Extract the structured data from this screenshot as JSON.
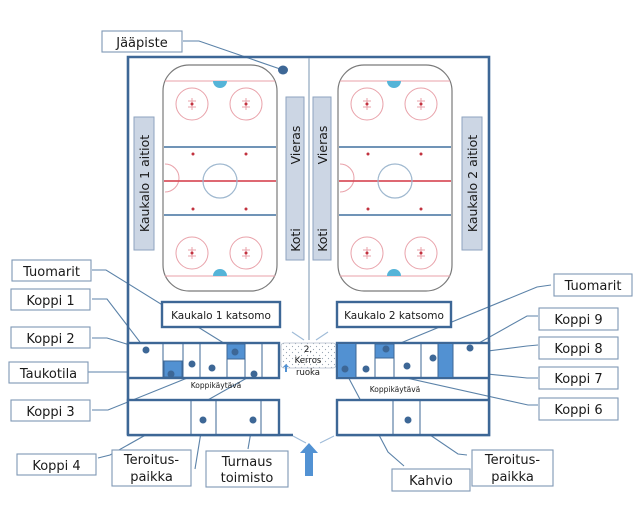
{
  "colors": {
    "wall": "#3d6796",
    "leader": "#5b82a8",
    "label_border": "#7f98b5",
    "vertical_box_fill": "#ccd6e4",
    "vertical_box_border": "#8ea3bf",
    "highlight_room": "#5291d2",
    "rink_outline": "#7a7a7a",
    "rink_red": "#d9525e",
    "rink_pink": "#e9a2aa",
    "rink_blue": "#5b84ad",
    "crease": "#55b4d8",
    "arrow": "#5292d3"
  },
  "rinks": [
    {
      "name": "Kaukalo 1",
      "aitiot_label": "Kaukalo 1 aitiot",
      "katsomo_label": "Kaukalo 1 katsomo"
    },
    {
      "name": "Kaukalo 2",
      "aitiot_label": "Kaukalo 2 aitiot",
      "katsomo_label": "Kaukalo 2 katsomo"
    }
  ],
  "benches": {
    "left_rink": {
      "vieras": "Vieras",
      "koti": "Koti"
    },
    "right_rink": {
      "vieras": "Vieras",
      "koti": "Koti"
    }
  },
  "corridor_label_left": "Koppikäytävä",
  "corridor_label_right": "Koppikäytävä",
  "second_floor": {
    "line1": "2.",
    "line2": "Kerros",
    "line3": "ruoka"
  },
  "callouts": {
    "jaapiste": "Jääpiste",
    "tuomarit_left": "Tuomarit",
    "koppi1": "Koppi 1",
    "koppi2": "Koppi 2",
    "taukotila": "Taukotila",
    "koppi3": "Koppi 3",
    "koppi4": "Koppi 4",
    "teroitus_left_1": "Teroitus-",
    "teroitus_left_2": "paikka",
    "turnaus_1": "Turnaus",
    "turnaus_2": "toimisto",
    "tuomarit_right": "Tuomarit",
    "koppi9": "Koppi 9",
    "koppi8": "Koppi 8",
    "koppi7": "Koppi 7",
    "koppi6": "Koppi 6",
    "kahvio": "Kahvio",
    "teroitus_right_1": "Teroitus-",
    "teroitus_right_2": "paikka"
  },
  "entrance": {
    "icon": "arrow-up-icon"
  }
}
